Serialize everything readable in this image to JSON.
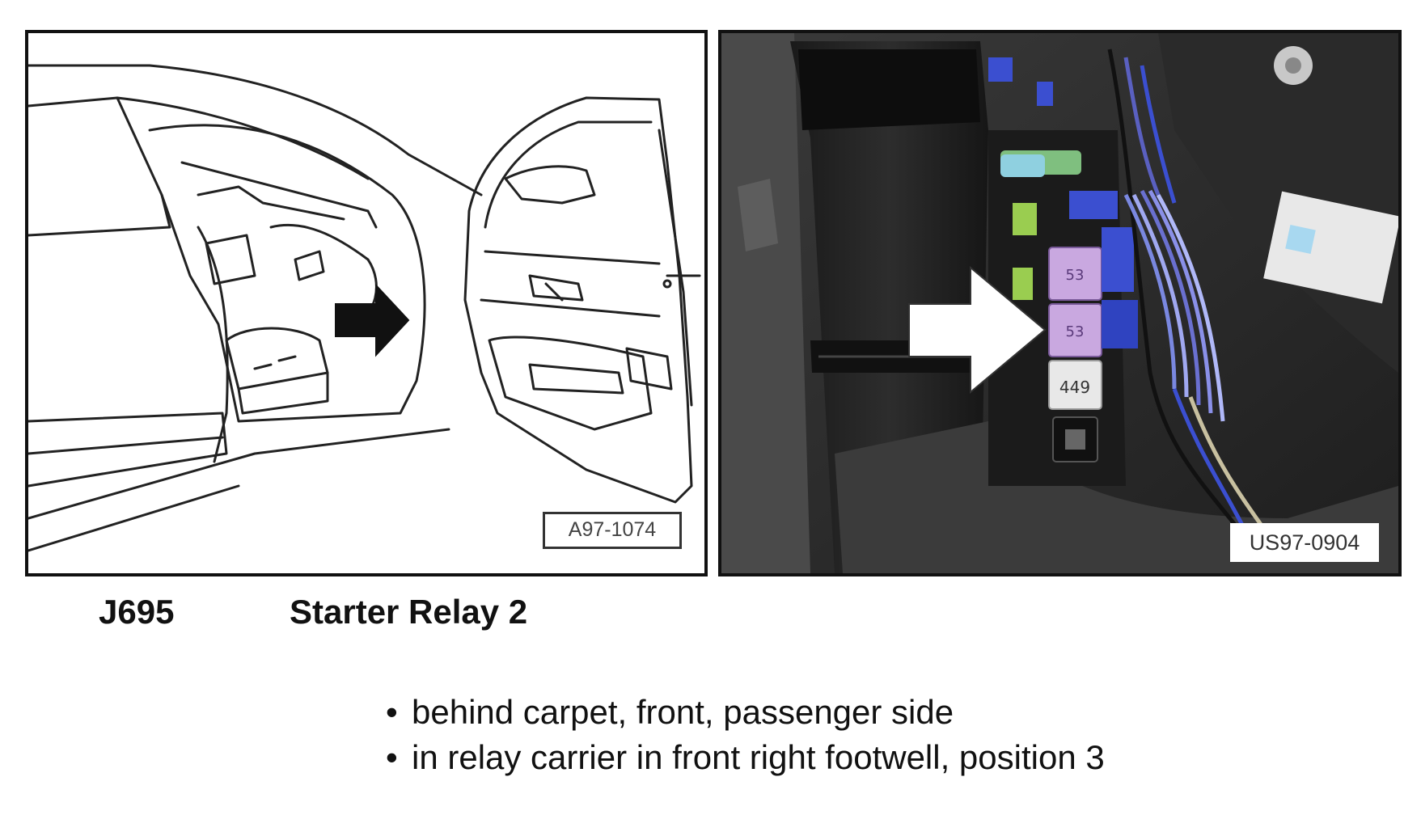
{
  "figures": [
    {
      "label": "A97-1074",
      "alt": "line drawing car door"
    },
    {
      "label": "US97-0904",
      "alt": "photo relay carrier"
    }
  ],
  "caption": {
    "code": "J695",
    "name": "Starter Relay 2"
  },
  "bullets": [
    "behind carpet, front, passenger side",
    "in relay carrier in front right footwell, position 3"
  ],
  "bullet_glyph": "•"
}
